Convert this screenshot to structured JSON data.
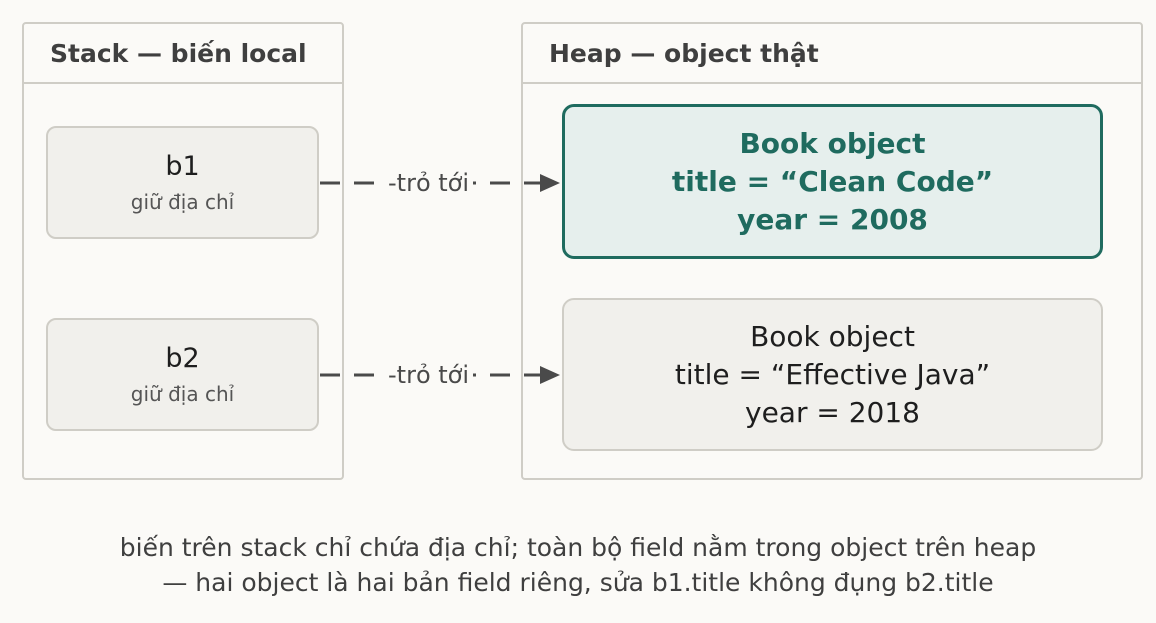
{
  "stack": {
    "title": "Stack — biến local",
    "variables": [
      {
        "name": "b1",
        "note": "giữ địa chỉ"
      },
      {
        "name": "b2",
        "note": "giữ địa chỉ"
      }
    ]
  },
  "heap": {
    "title": "Heap — object thật",
    "objects": [
      {
        "line1": "Book object",
        "line2": "title = “Clean Code”",
        "line3": "year = 2008",
        "highlighted": true
      },
      {
        "line1": "Book object",
        "line2": "title = “Effective Java”",
        "line3": "year = 2018",
        "highlighted": false
      }
    ]
  },
  "arrows": [
    {
      "label": "-trỏ tới"
    },
    {
      "label": "-trỏ tới"
    }
  ],
  "caption": {
    "line1": "biến trên stack chỉ chứa địa chỉ; toàn bộ field nằm trong object trên heap",
    "line2": "— hai object là hai bản field riêng, sửa b1.title không đụng b2.title"
  },
  "colors": {
    "accent": "#1f6b5f",
    "accent_fill": "#e6efed",
    "border": "#cfcdc6",
    "box_fill": "#f1f0ec",
    "background": "#fbfaf7"
  }
}
